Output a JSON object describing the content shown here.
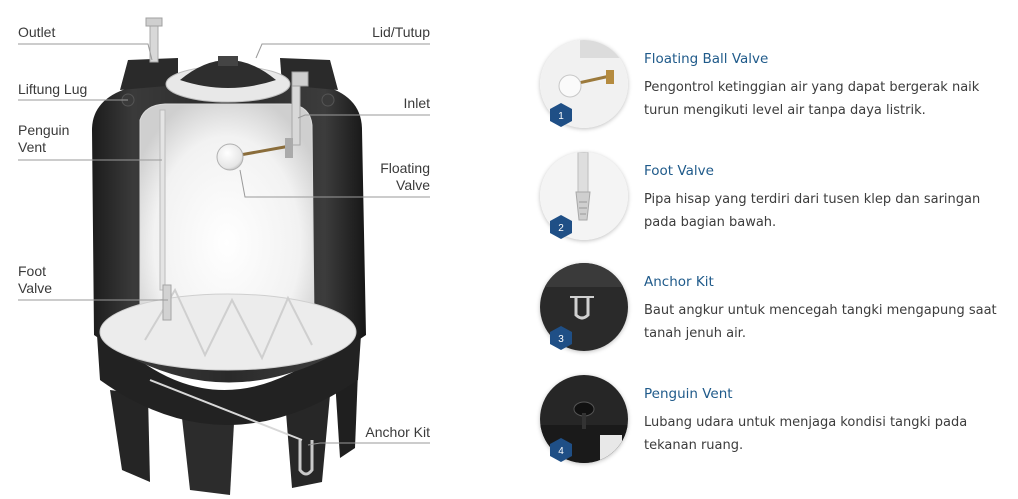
{
  "callouts": {
    "outlet": "Outlet",
    "lid": "Lid/Tutup",
    "lifting_lug": "Liftung Lug",
    "inlet": "Inlet",
    "penguin_vent": "Penguin\nVent",
    "floating_valve": "Floating\nValve",
    "foot_valve": "Foot\nValve",
    "anchor_kit": "Anchor Kit"
  },
  "features": [
    {
      "number": "1",
      "title": "Floating Ball Valve",
      "description": "Pengontrol ketinggian air yang dapat bergerak naik turun mengikuti level air tanpa daya listrik."
    },
    {
      "number": "2",
      "title": "Foot Valve",
      "description": "Pipa hisap yang terdiri dari tusen klep dan saringan pada bagian bawah."
    },
    {
      "number": "3",
      "title": "Anchor Kit",
      "description": "Baut angkur untuk mencegah tangki mengapung saat tanah jenuh air."
    },
    {
      "number": "4",
      "title": "Penguin Vent",
      "description": "Lubang udara untuk menjaga kondisi tangki pada tekanan ruang."
    }
  ],
  "colors": {
    "tank_body": "#2b2b2b",
    "callout_line": "#9a9a9a",
    "title_blue": "#1f5a8a",
    "badge_blue": "#1f4f86"
  }
}
